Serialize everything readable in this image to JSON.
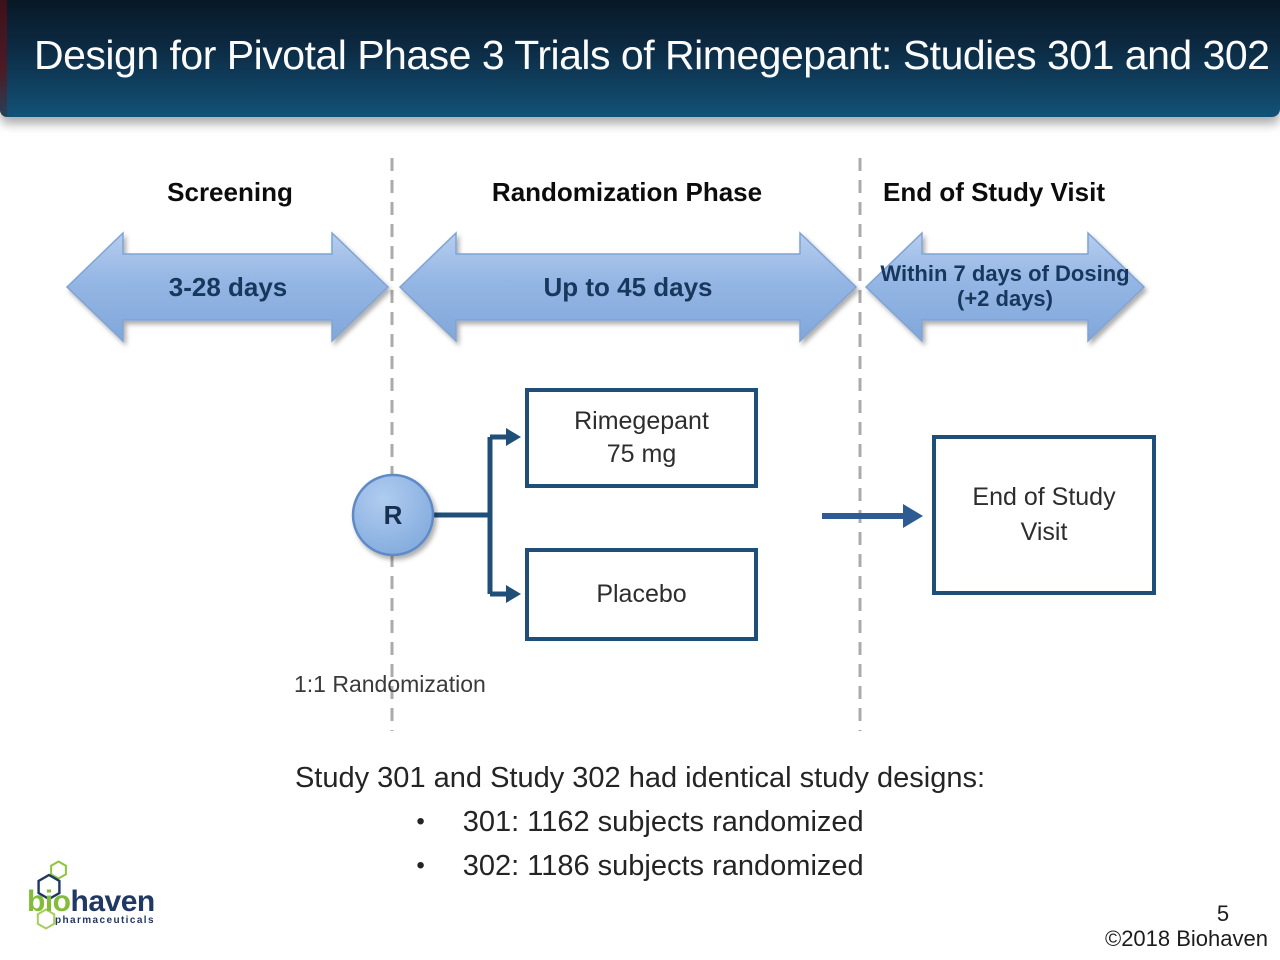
{
  "slide": {
    "title": "Design for Pivotal Phase 3 Trials of Rimegepant: Studies 301 and 302",
    "page_number": "5",
    "copyright": "©2018 Biohaven"
  },
  "timeline": {
    "phases": [
      {
        "heading": "Screening",
        "arrow_label": "3-28 days"
      },
      {
        "heading": "Randomization Phase",
        "arrow_label": "Up to 45 days"
      },
      {
        "heading": "End of Study Visit",
        "arrow_label_line1": "Within 7 days of Dosing",
        "arrow_label_line2": "(+2 days)"
      }
    ]
  },
  "flow": {
    "randomization_symbol": "R",
    "randomization_note": "1:1 Randomization",
    "arm1_line1": "Rimegepant",
    "arm1_line2": "75 mg",
    "arm2": "Placebo",
    "endpoint_line1": "End of Study",
    "endpoint_line2": "Visit"
  },
  "summary": {
    "heading": "Study 301 and Study 302 had identical study designs:",
    "bullets": [
      {
        "marker": "•",
        "text": "301: 1162 subjects randomized"
      },
      {
        "marker": "•",
        "text": "302: 1186 subjects randomized"
      }
    ]
  },
  "logo": {
    "part1": "bio",
    "part2": "haven",
    "subtitle": "pharmaceuticals"
  },
  "colors": {
    "header_top": "#081826",
    "header_bottom": "#135278",
    "header_accent_red": "#4c1b26",
    "arrow_fill": "#8fb4e2",
    "arrow_text_navy": "#17375d",
    "box_border_navy": "#1f4e79",
    "connector_navy": "#2e5b94",
    "dashed_gray": "#ababab",
    "logo_green": "#82bc3a",
    "logo_navy": "#203864"
  }
}
